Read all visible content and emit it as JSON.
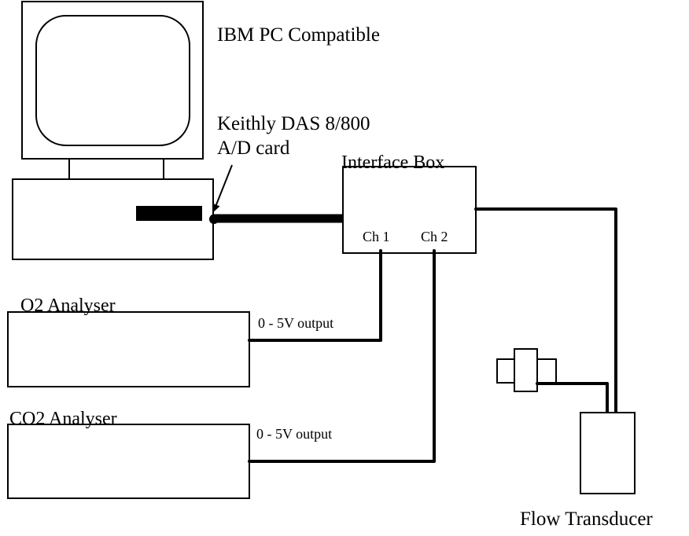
{
  "labels": {
    "computer": "IBM PC Compatible",
    "card_line1": "Keithly DAS 8/800",
    "card_line2": "A/D card",
    "interface_box": "Interface Box",
    "ch1": "Ch 1",
    "ch2": "Ch 2",
    "o2_analyser": "O2 Analyser",
    "co2_analyser": "CO2 Analyser",
    "o2_output": "0 - 5V output",
    "co2_output": "0 - 5V output",
    "flow_transducer": "Flow Transducer"
  },
  "icons": {
    "computer": "desktop-computer-icon",
    "transducer": "flow-transducer-icon"
  },
  "colors": {
    "line": "#000000",
    "background": "#ffffff"
  }
}
